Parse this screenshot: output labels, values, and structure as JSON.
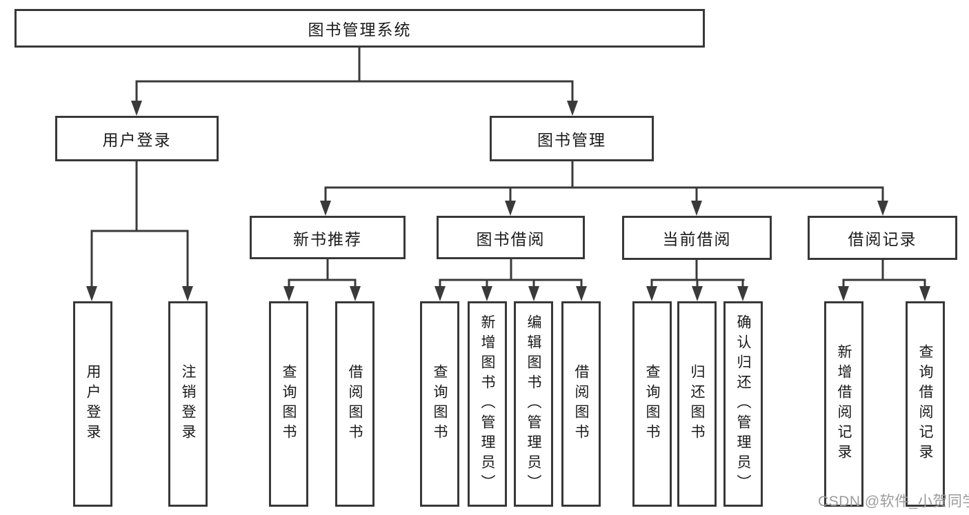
{
  "tree": {
    "root": {
      "label": "图书管理系统"
    },
    "branches": [
      {
        "label": "用户登录",
        "children": [
          {
            "label": "用户登录"
          },
          {
            "label": "注销登录"
          }
        ]
      },
      {
        "label": "图书管理",
        "children": [
          {
            "label": "新书推荐",
            "children": [
              {
                "label": "查询图书"
              },
              {
                "label": "借阅图书"
              }
            ]
          },
          {
            "label": "图书借阅",
            "children": [
              {
                "label": "查询图书"
              },
              {
                "label": "新增图书（管理员）"
              },
              {
                "label": "编辑图书（管理员）"
              },
              {
                "label": "借阅图书"
              }
            ]
          },
          {
            "label": "当前借阅",
            "children": [
              {
                "label": "查询图书"
              },
              {
                "label": "归还图书"
              },
              {
                "label": "确认归还（管理员）"
              }
            ]
          },
          {
            "label": "借阅记录",
            "children": [
              {
                "label": "新增借阅记录"
              },
              {
                "label": "查询借阅记录"
              }
            ]
          }
        ]
      }
    ]
  },
  "watermark": {
    "text": "CSDN @软件_小贺同学"
  },
  "colors": {
    "line": "#3a3a3a",
    "box_border": "#383838",
    "text": "#1a1a1a",
    "watermark": "#9b9b9b",
    "background": "#ffffff"
  }
}
